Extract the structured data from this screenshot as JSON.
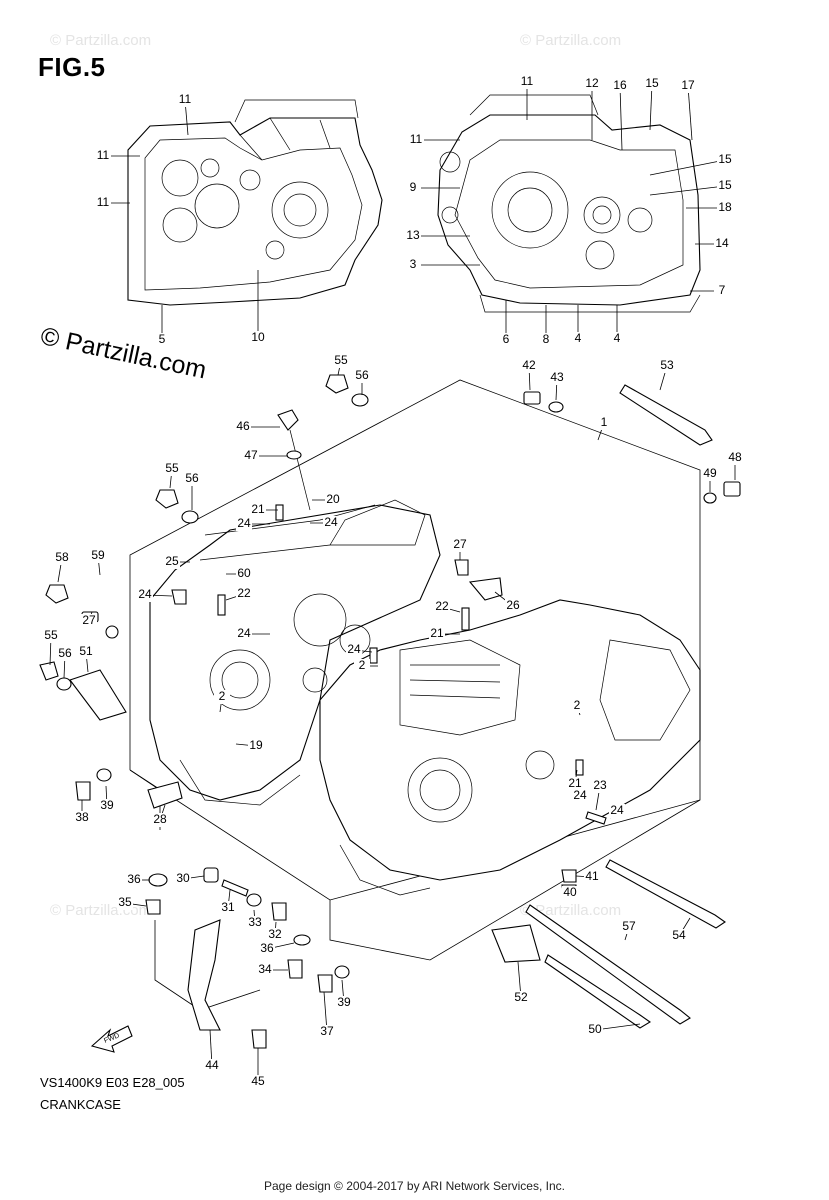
{
  "figure": {
    "title": "FIG.5",
    "watermark": "© Partzilla.com",
    "model_code": "VS1400K9 E03 E28_005",
    "part_title": "CRANKCASE",
    "footer": "Page design © 2004-2017 by ARI Network Services, Inc.",
    "fwd_label": "FWD"
  },
  "callouts": [
    {
      "n": "11"
    },
    {
      "n": "11"
    },
    {
      "n": "11"
    },
    {
      "n": "5"
    },
    {
      "n": "10"
    },
    {
      "n": "11"
    },
    {
      "n": "12"
    },
    {
      "n": "16"
    },
    {
      "n": "15"
    },
    {
      "n": "17"
    },
    {
      "n": "11"
    },
    {
      "n": "15"
    },
    {
      "n": "9"
    },
    {
      "n": "15"
    },
    {
      "n": "18"
    },
    {
      "n": "13"
    },
    {
      "n": "14"
    },
    {
      "n": "3"
    },
    {
      "n": "7"
    },
    {
      "n": "6"
    },
    {
      "n": "8"
    },
    {
      "n": "4"
    },
    {
      "n": "4"
    },
    {
      "n": "55"
    },
    {
      "n": "56"
    },
    {
      "n": "42"
    },
    {
      "n": "43"
    },
    {
      "n": "53"
    },
    {
      "n": "1"
    },
    {
      "n": "46"
    },
    {
      "n": "47"
    },
    {
      "n": "48"
    },
    {
      "n": "49"
    },
    {
      "n": "55"
    },
    {
      "n": "56"
    },
    {
      "n": "21"
    },
    {
      "n": "20"
    },
    {
      "n": "24"
    },
    {
      "n": "24"
    },
    {
      "n": "58"
    },
    {
      "n": "59"
    },
    {
      "n": "25"
    },
    {
      "n": "27"
    },
    {
      "n": "24"
    },
    {
      "n": "60"
    },
    {
      "n": "27"
    },
    {
      "n": "22"
    },
    {
      "n": "22"
    },
    {
      "n": "26"
    },
    {
      "n": "55"
    },
    {
      "n": "56"
    },
    {
      "n": "51"
    },
    {
      "n": "24"
    },
    {
      "n": "21"
    },
    {
      "n": "24"
    },
    {
      "n": "2"
    },
    {
      "n": "2"
    },
    {
      "n": "2"
    },
    {
      "n": "19"
    },
    {
      "n": "21"
    },
    {
      "n": "24"
    },
    {
      "n": "23"
    },
    {
      "n": "24"
    },
    {
      "n": "38"
    },
    {
      "n": "39"
    },
    {
      "n": "28"
    },
    {
      "n": "36"
    },
    {
      "n": "30"
    },
    {
      "n": "41"
    },
    {
      "n": "35"
    },
    {
      "n": "40"
    },
    {
      "n": "31"
    },
    {
      "n": "33"
    },
    {
      "n": "32"
    },
    {
      "n": "57"
    },
    {
      "n": "54"
    },
    {
      "n": "36"
    },
    {
      "n": "34"
    },
    {
      "n": "39"
    },
    {
      "n": "37"
    },
    {
      "n": "52"
    },
    {
      "n": "50"
    },
    {
      "n": "44"
    },
    {
      "n": "45"
    }
  ]
}
